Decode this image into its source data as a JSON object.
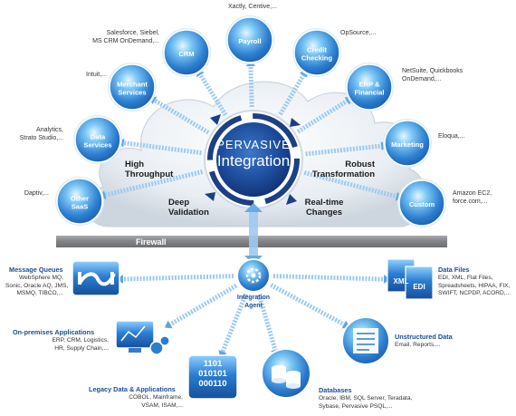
{
  "hub": {
    "line1": "PERVASIVE",
    "line2": "Integration"
  },
  "cloud_labels": {
    "high_throughput": "High\nThroughput",
    "robust_transformation": "Robust\nTransformation",
    "deep_validation": "Deep\nValidation",
    "realtime_changes": "Real-time\nChanges"
  },
  "cloud_services": [
    {
      "id": "payroll",
      "label": "Payroll",
      "note": "Xactly, Centive,..."
    },
    {
      "id": "crm",
      "label": "CRM",
      "note": "Salesforce, Siebel,\nMS CRM OnDemand,..."
    },
    {
      "id": "credit",
      "label": "Credit\nChecking",
      "note": "OpSource,..."
    },
    {
      "id": "merchant",
      "label": "Merchant\nServices",
      "note": "Intuit,..."
    },
    {
      "id": "erp",
      "label": "ERP &\nFinancial",
      "note": "NetSuite, Quickbooks\nOnDemand,..."
    },
    {
      "id": "data",
      "label": "Data\nServices",
      "note": "Analytics,\nStrato Studio,..."
    },
    {
      "id": "marketing",
      "label": "Marketing",
      "note": "Eloqua,..."
    },
    {
      "id": "othersaas",
      "label": "Other\nSaaS",
      "note": "Daptiv,..."
    },
    {
      "id": "custom",
      "label": "Custom",
      "note": "Amazon EC2,\nforce.com,..."
    }
  ],
  "firewall": "Firewall",
  "agent": {
    "label": "Integration\nAgent"
  },
  "onprem": {
    "message_queues": {
      "title": "Message Queues",
      "desc": "WebSphere MQ,\nSonic, Oracle AQ, JMS,\nMSMQ, TIBCO,..."
    },
    "onprem_apps": {
      "title": "On-premises Applications",
      "desc": "ERP, CRM, Logistics,\nHR, Supply Chain,..."
    },
    "legacy": {
      "title": "Legacy Data & Applications",
      "desc": "COBOL, Mainframe,\nVSAM, ISAM,...",
      "binary": [
        "1101",
        "010101",
        "000110"
      ]
    },
    "databases": {
      "title": "Databases",
      "desc": "Oracle, IBM, SQL Server, Teradata,\nSybase, Pervasive PSQL,..."
    },
    "unstructured": {
      "title": "Unstructured Data",
      "desc": "Email, Reports,..."
    },
    "data_files": {
      "title": "Data Files",
      "desc": "EDI, XML, Flat Files,\nSpreadsheets, HIPAA, FIX,\nSWIFT, NCPDP, ACORD,...",
      "doc_labels": [
        "XML",
        "EDI"
      ]
    }
  },
  "colors": {
    "bubble": "#2f7fd0",
    "bubble_light": "#bfe4ff",
    "hub_ring": "#1c3f86",
    "title_blue": "#1a4d9c",
    "firewall": "#808285"
  }
}
